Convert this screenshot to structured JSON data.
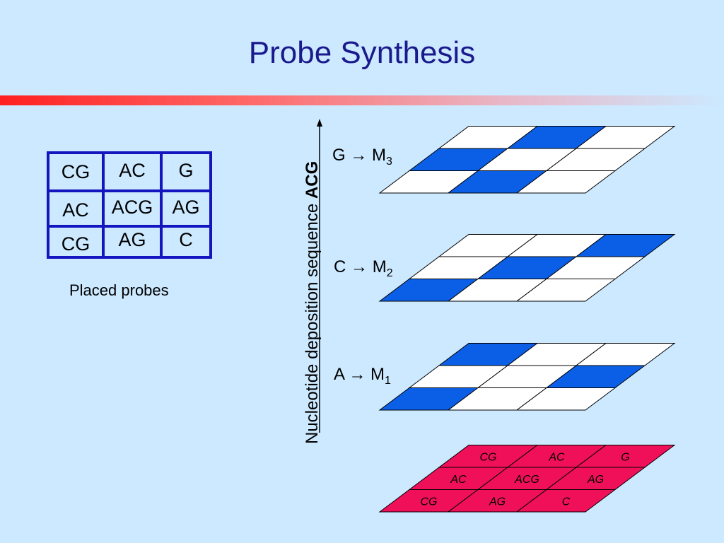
{
  "title": "Probe Synthesis",
  "placed_probes": {
    "cells": [
      [
        "CG",
        "AC",
        "G"
      ],
      [
        "AC",
        "ACG",
        "AG"
      ],
      [
        "CG",
        "AG",
        "C"
      ]
    ],
    "caption": "Placed probes"
  },
  "axis": {
    "label": "Nucleotide deposition sequence",
    "sequence": "ACG"
  },
  "masks": [
    {
      "nucleotide": "G",
      "arrow": "→",
      "mask": "M",
      "index": "3"
    },
    {
      "nucleotide": "C",
      "arrow": "→",
      "mask": "M",
      "index": "2"
    },
    {
      "nucleotide": "A",
      "arrow": "→",
      "mask": "M",
      "index": "1"
    }
  ],
  "result_cells": [
    [
      "CG",
      "AC",
      "G"
    ],
    [
      "AC",
      "ACG",
      "AG"
    ],
    [
      "CG",
      "AG",
      "C"
    ]
  ],
  "colors": {
    "title": "#1a1a8c",
    "grid_border": "#1515c0",
    "mask_fill": "#0b5fe6",
    "result_fill": "#f0105a"
  }
}
